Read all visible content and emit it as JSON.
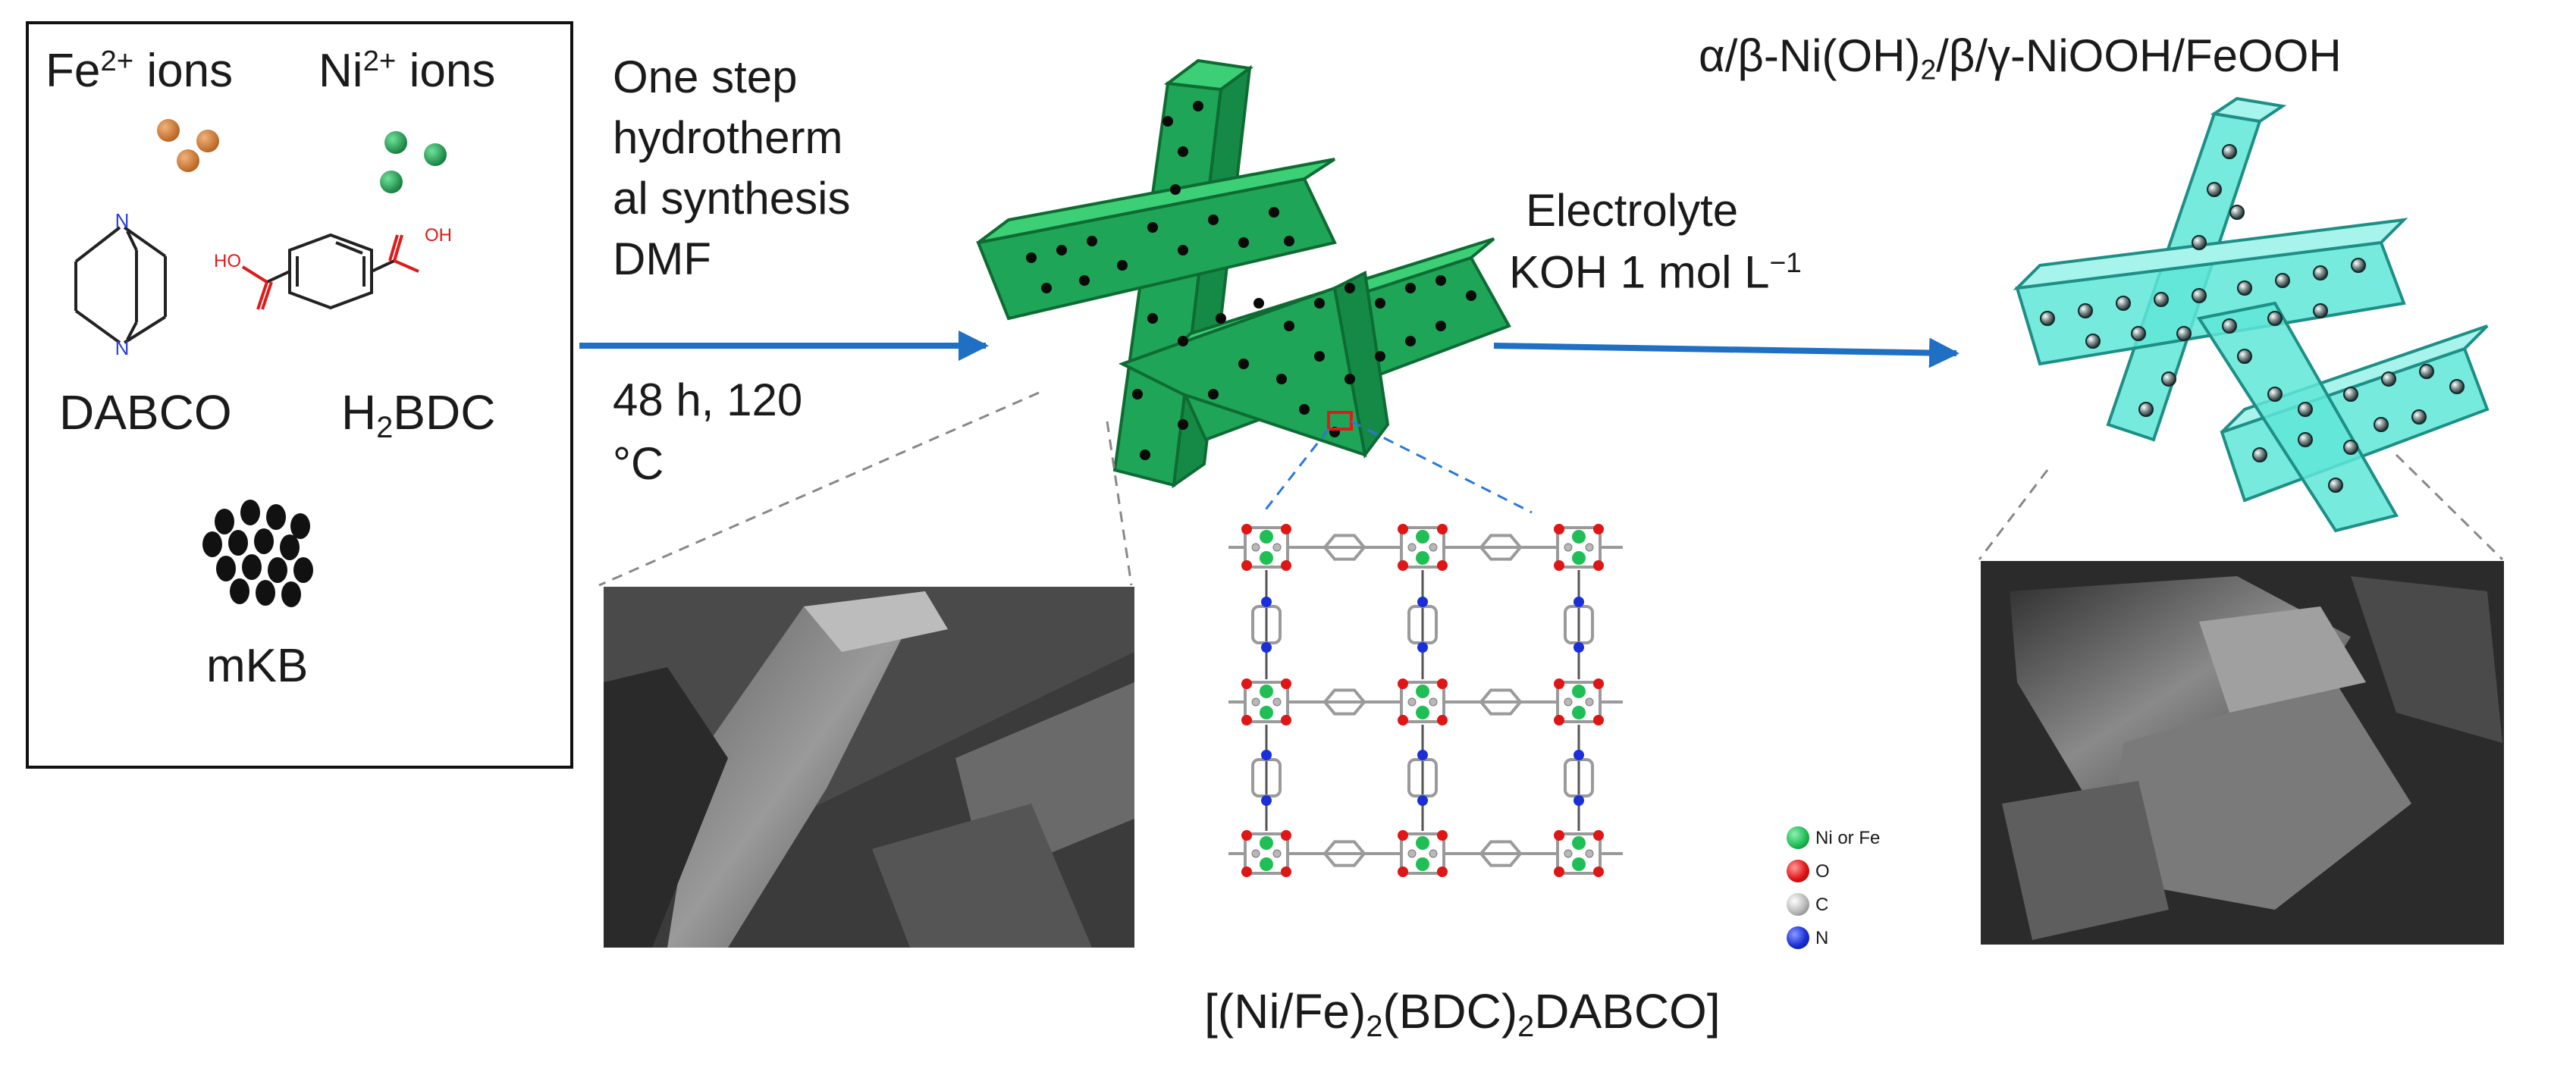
{
  "reagents": {
    "fe_label": "Fe",
    "fe_charge": "2+",
    "fe_suffix": " ions",
    "ni_label": "Ni",
    "ni_charge": "2+",
    "ni_suffix": " ions",
    "dabco_label": "DABCO",
    "h2bdc_prefix": "H",
    "h2bdc_sub": "2",
    "h2bdc_suffix": "BDC",
    "mkb_label": "mKB",
    "dabco_atom": "N",
    "oh_atom": "OH",
    "ho_atom": "HO"
  },
  "step1": {
    "lines": [
      "One step",
      "hydrotherm",
      "al synthesis",
      "DMF"
    ],
    "conditions_line1": "48 h, 120",
    "conditions_line2": "°C"
  },
  "step2": {
    "line1": "Electrolyte",
    "line2_prefix": "KOH 1 mol L",
    "line2_sup": "−1"
  },
  "product_title": {
    "p1": "α/β-Ni(OH)",
    "sub": "2",
    "p2": "/β/γ-NiOOH/FeOOH"
  },
  "mof_formula": {
    "p1": "[(Ni/Fe)",
    "sub1": "2",
    "p2": "(BDC)",
    "sub2": "2",
    "p3": "DABCO]"
  },
  "legend": [
    {
      "label": "Ni or Fe",
      "color": "#1fbf55"
    },
    {
      "label": "O",
      "color": "#e01515"
    },
    {
      "label": "C",
      "color": "#b8b8b8"
    },
    {
      "label": "N",
      "color": "#1a2fd8"
    }
  ],
  "colors": {
    "arrow": "#1f6fc4",
    "mof_crystal": "#1ea558",
    "product_crystal": "#5fe6d8",
    "fe_ion": "#c8742a",
    "ni_ion": "#1f9a52"
  }
}
